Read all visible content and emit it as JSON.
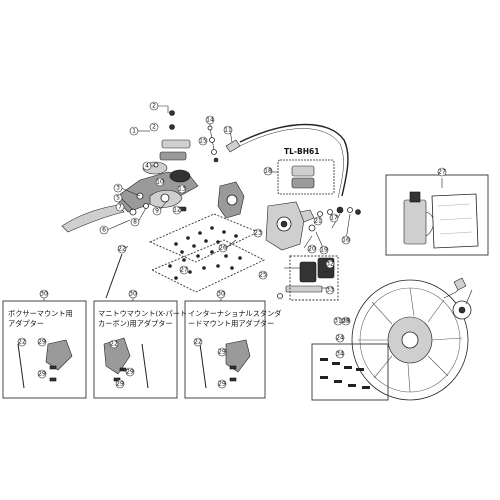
{
  "tool_label": "TL-BH61",
  "adapters": [
    {
      "number": "30",
      "line1": "ボクサーマウント用",
      "line2": "アダプター"
    },
    {
      "number": "30",
      "line1": "マニトウマウント(X-パート",
      "line2": "カーボン)用アダプター"
    },
    {
      "number": "30",
      "line1": "インターナショナルスタンダ",
      "line2": "ードマウント用アダプター"
    }
  ],
  "callouts": {
    "c1": "1",
    "c2a": "2",
    "c2b": "2",
    "c3": "3",
    "c4": "4",
    "c5": "5",
    "c6": "6",
    "c7": "7",
    "c8": "8",
    "c9": "9",
    "c10": "10",
    "c11": "11",
    "c12": "12",
    "c13": "13",
    "c14": "14",
    "c15": "15",
    "c16": "16",
    "c17": "17",
    "c18": "18",
    "c19": "19",
    "c20": "20",
    "c21": "21",
    "c22a": "22",
    "c22b": "22",
    "c22c": "22",
    "c22d": "22",
    "c23": "23",
    "c24": "24",
    "c25": "25",
    "c26": "26",
    "c27a": "27",
    "c27b": "27",
    "c27c": "27",
    "c28": "28",
    "c29a": "29",
    "c29b": "29",
    "c29c": "29",
    "c29d": "29",
    "c29e": "29",
    "c29f": "29",
    "c31": "31",
    "c32": "32",
    "c33": "33",
    "c34": "34",
    "c35": "35"
  }
}
